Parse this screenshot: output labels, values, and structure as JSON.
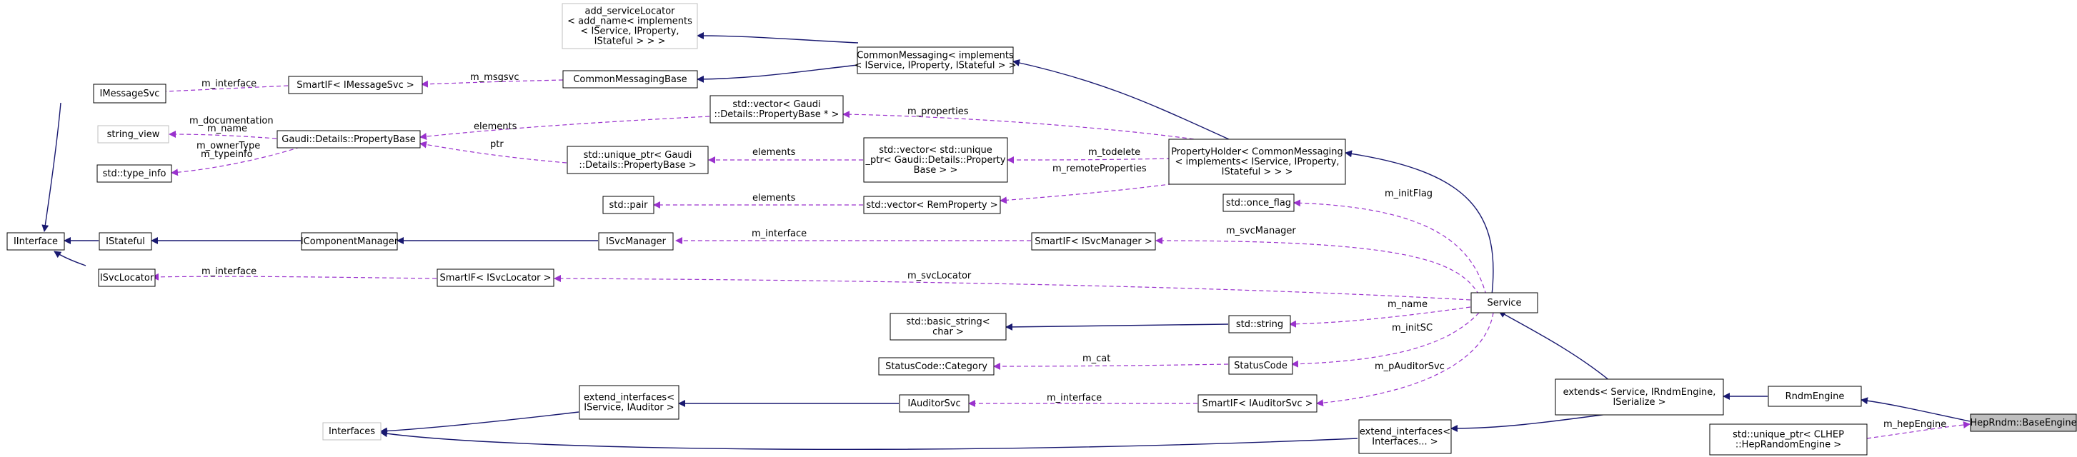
{
  "nodes": [
    {
      "id": "hep_base_engine",
      "lines": [
        "HepRndm::BaseEngine"
      ],
      "style": "highlight"
    },
    {
      "id": "rndm_engine",
      "lines": [
        "RndmEngine"
      ]
    },
    {
      "id": "extends_service",
      "lines": [
        "extends< Service, IRndmEngine,",
        "ISerialize >"
      ]
    },
    {
      "id": "service",
      "lines": [
        "Service"
      ]
    },
    {
      "id": "property_holder",
      "lines": [
        "PropertyHolder< CommonMessaging",
        "< implements< IService, IProperty,",
        "IStateful > > >"
      ]
    },
    {
      "id": "common_messaging",
      "lines": [
        "CommonMessaging< implements",
        "< IService, IProperty, IStateful > >"
      ]
    },
    {
      "id": "add_service_locator",
      "lines": [
        "add_serviceLocator",
        "< add_name< implements",
        "< IService, IProperty,",
        "IStateful > > >"
      ],
      "style": "gray"
    },
    {
      "id": "common_messaging_base",
      "lines": [
        "CommonMessagingBase"
      ]
    },
    {
      "id": "smartif_imessagesvc",
      "lines": [
        "SmartIF< IMessageSvc >"
      ]
    },
    {
      "id": "imessagesvc",
      "lines": [
        "IMessageSvc"
      ]
    },
    {
      "id": "iinterface",
      "lines": [
        "IInterface"
      ]
    },
    {
      "id": "istateful",
      "lines": [
        "IStateful"
      ]
    },
    {
      "id": "isvclocator",
      "lines": [
        "ISvcLocator"
      ]
    },
    {
      "id": "icomponentmanager",
      "lines": [
        "IComponentManager"
      ]
    },
    {
      "id": "isvcmanager",
      "lines": [
        "ISvcManager"
      ]
    },
    {
      "id": "smartif_isvcmanager",
      "lines": [
        "SmartIF< ISvcManager >"
      ]
    },
    {
      "id": "smartif_isvclocator",
      "lines": [
        "SmartIF< ISvcLocator >"
      ]
    },
    {
      "id": "string_view",
      "lines": [
        "string_view"
      ],
      "style": "gray"
    },
    {
      "id": "type_info",
      "lines": [
        "std::type_info"
      ]
    },
    {
      "id": "property_base",
      "lines": [
        "Gaudi::Details::PropertyBase"
      ]
    },
    {
      "id": "vector_propertybase",
      "lines": [
        "std::vector< Gaudi",
        "::Details::PropertyBase * >"
      ]
    },
    {
      "id": "unique_ptr_propertybase",
      "lines": [
        "std::unique_ptr< Gaudi",
        "::Details::PropertyBase >"
      ]
    },
    {
      "id": "vector_unique_ptr",
      "lines": [
        "std::vector< std::unique",
        "_ptr< Gaudi::Details::Property",
        "Base > >"
      ]
    },
    {
      "id": "std_pair",
      "lines": [
        "std::pair"
      ]
    },
    {
      "id": "vector_remproperty",
      "lines": [
        "std::vector< RemProperty >"
      ]
    },
    {
      "id": "once_flag",
      "lines": [
        "std::once_flag"
      ]
    },
    {
      "id": "basic_string",
      "lines": [
        "std::basic_string<",
        "char >"
      ]
    },
    {
      "id": "std_string",
      "lines": [
        "std::string"
      ]
    },
    {
      "id": "statuscode_category",
      "lines": [
        "StatusCode::Category"
      ]
    },
    {
      "id": "statuscode",
      "lines": [
        "StatusCode"
      ]
    },
    {
      "id": "interfaces",
      "lines": [
        "Interfaces"
      ],
      "style": "gray"
    },
    {
      "id": "extend_iservice_iauditor",
      "lines": [
        "extend_interfaces<",
        "IService, IAuditor >"
      ]
    },
    {
      "id": "iauditorsvc",
      "lines": [
        "IAuditorSvc"
      ]
    },
    {
      "id": "smartif_iauditorsvc",
      "lines": [
        "SmartIF< IAuditorSvc >"
      ]
    },
    {
      "id": "extend_interfaces_dots",
      "lines": [
        "extend_interfaces<",
        "Interfaces... >"
      ]
    },
    {
      "id": "unique_ptr_clhep",
      "lines": [
        "std::unique_ptr< CLHEP",
        "::HepRandomEngine >"
      ]
    }
  ],
  "edge_labels": {
    "m_hepEngine": "m_hepEngine",
    "m_initFlag": "m_initFlag",
    "m_svcManager": "m_svcManager",
    "m_svcLocator": "m_svcLocator",
    "m_name": "m_name",
    "m_initSC": "m_initSC",
    "m_pAuditorSvc": "m_pAuditorSvc",
    "m_properties": "m_properties",
    "m_todelete": "m_todelete",
    "m_remoteProperties": "m_remoteProperties",
    "elements_a": "elements",
    "elements_b": "elements",
    "elements_c": "elements",
    "ptr": "ptr",
    "m_msgsvc": "m_msgsvc",
    "m_interface_msg": "m_interface",
    "m_interface_mgr": "m_interface",
    "m_interface_loc": "m_interface",
    "m_interface_aud": "m_interface",
    "m_documentation": "m_documentation",
    "m_name_pb": "m_name",
    "m_ownerType": "m_ownerType",
    "m_typeinfo": "m_typeinfo",
    "m_cat": "m_cat"
  },
  "colors": {
    "inheritance": "#191970",
    "usage": "#9a32cd",
    "node_border": "#000000",
    "gray_border": "#bfbfbf",
    "highlight_fill": "#bfbfbf"
  }
}
